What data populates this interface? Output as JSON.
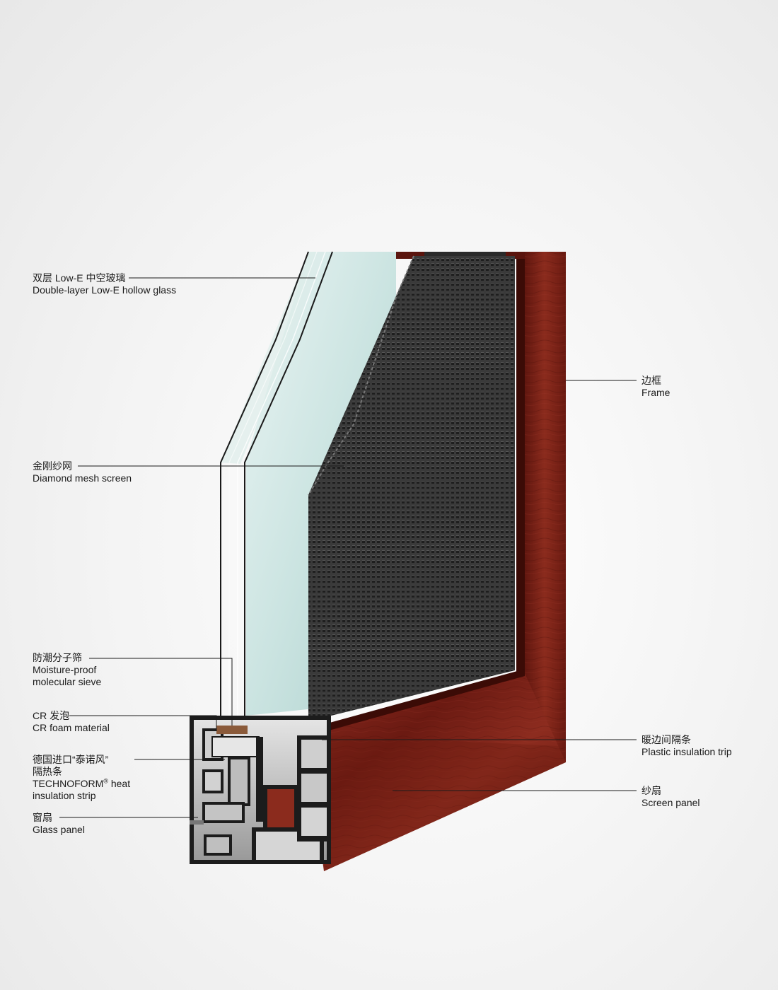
{
  "callouts": {
    "glass": {
      "zh": "双层 Low-E 中空玻璃",
      "en": "Double-layer Low-E hollow glass"
    },
    "mesh": {
      "zh": "金刚纱网",
      "en": "Diamond mesh screen"
    },
    "sieve": {
      "zh": "防潮分子筛",
      "en_line1": "Moisture-proof",
      "en_line2": "molecular sieve"
    },
    "foam": {
      "zh": "CR 发泡",
      "en": "CR foam material"
    },
    "strip": {
      "zh_line1": "德国进口“泰诺风”",
      "zh_line2": "隔热条",
      "en_brand": "TECHNOFORM",
      "en_mark": "®",
      "en_rest": " heat",
      "en_line2": "insulation strip"
    },
    "glass_panel": {
      "zh": "窗扇",
      "en": "Glass panel"
    },
    "frame": {
      "zh": "边框",
      "en": "Frame"
    },
    "warm_edge": {
      "zh": "暖边间隔条",
      "en": "Plastic insulation trip"
    },
    "screen_panel": {
      "zh": "纱扇",
      "en": "Screen panel"
    }
  },
  "colors": {
    "wood": "#7a1f16",
    "wood_dark": "#4e110b",
    "aluminum": "#b8b8b8",
    "aluminum_dark": "#1c1c1c",
    "glass": "#c8e4e2",
    "mesh": "#2e2e2e",
    "leader": "#1a1a1a"
  }
}
